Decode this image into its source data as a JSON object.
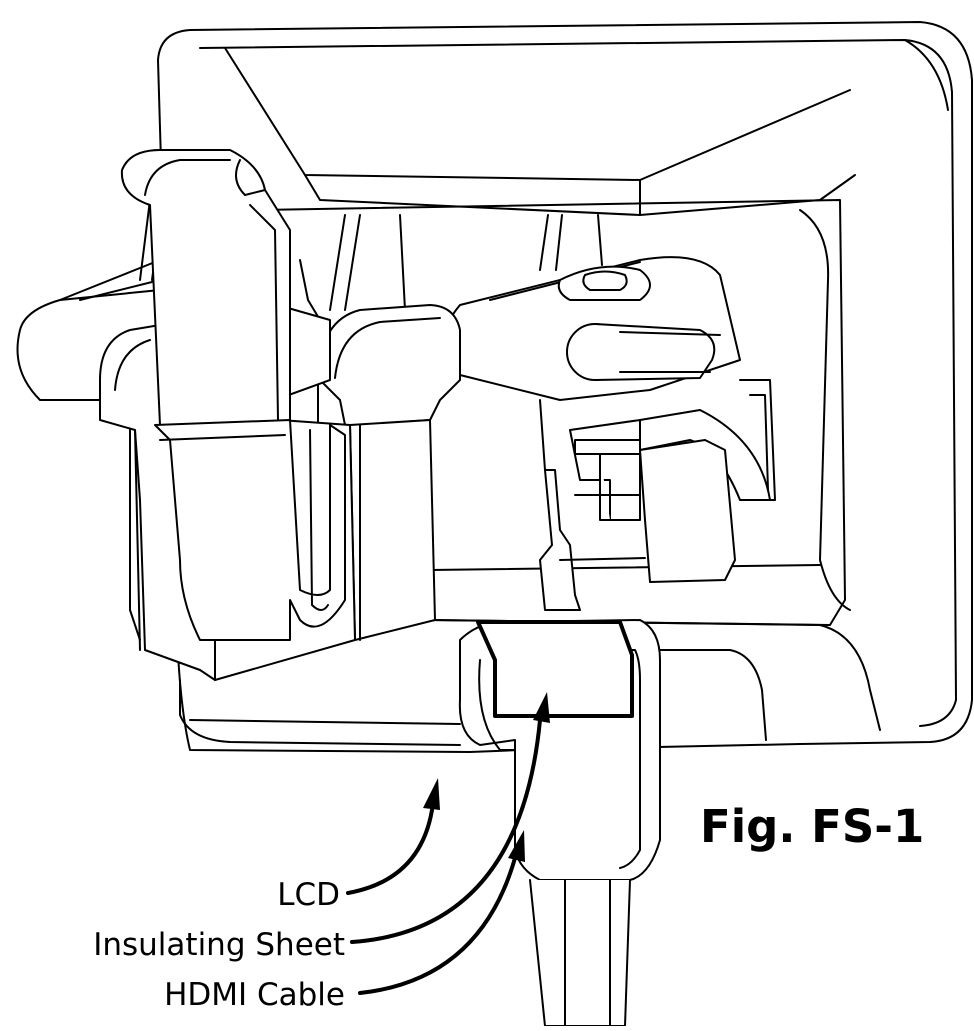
{
  "figure": {
    "label": "Fig. FS-1",
    "callouts": {
      "lcd": "LCD",
      "insulating_sheet": "Insulating Sheet",
      "hdmi_cable": "HDMI Cable"
    }
  }
}
